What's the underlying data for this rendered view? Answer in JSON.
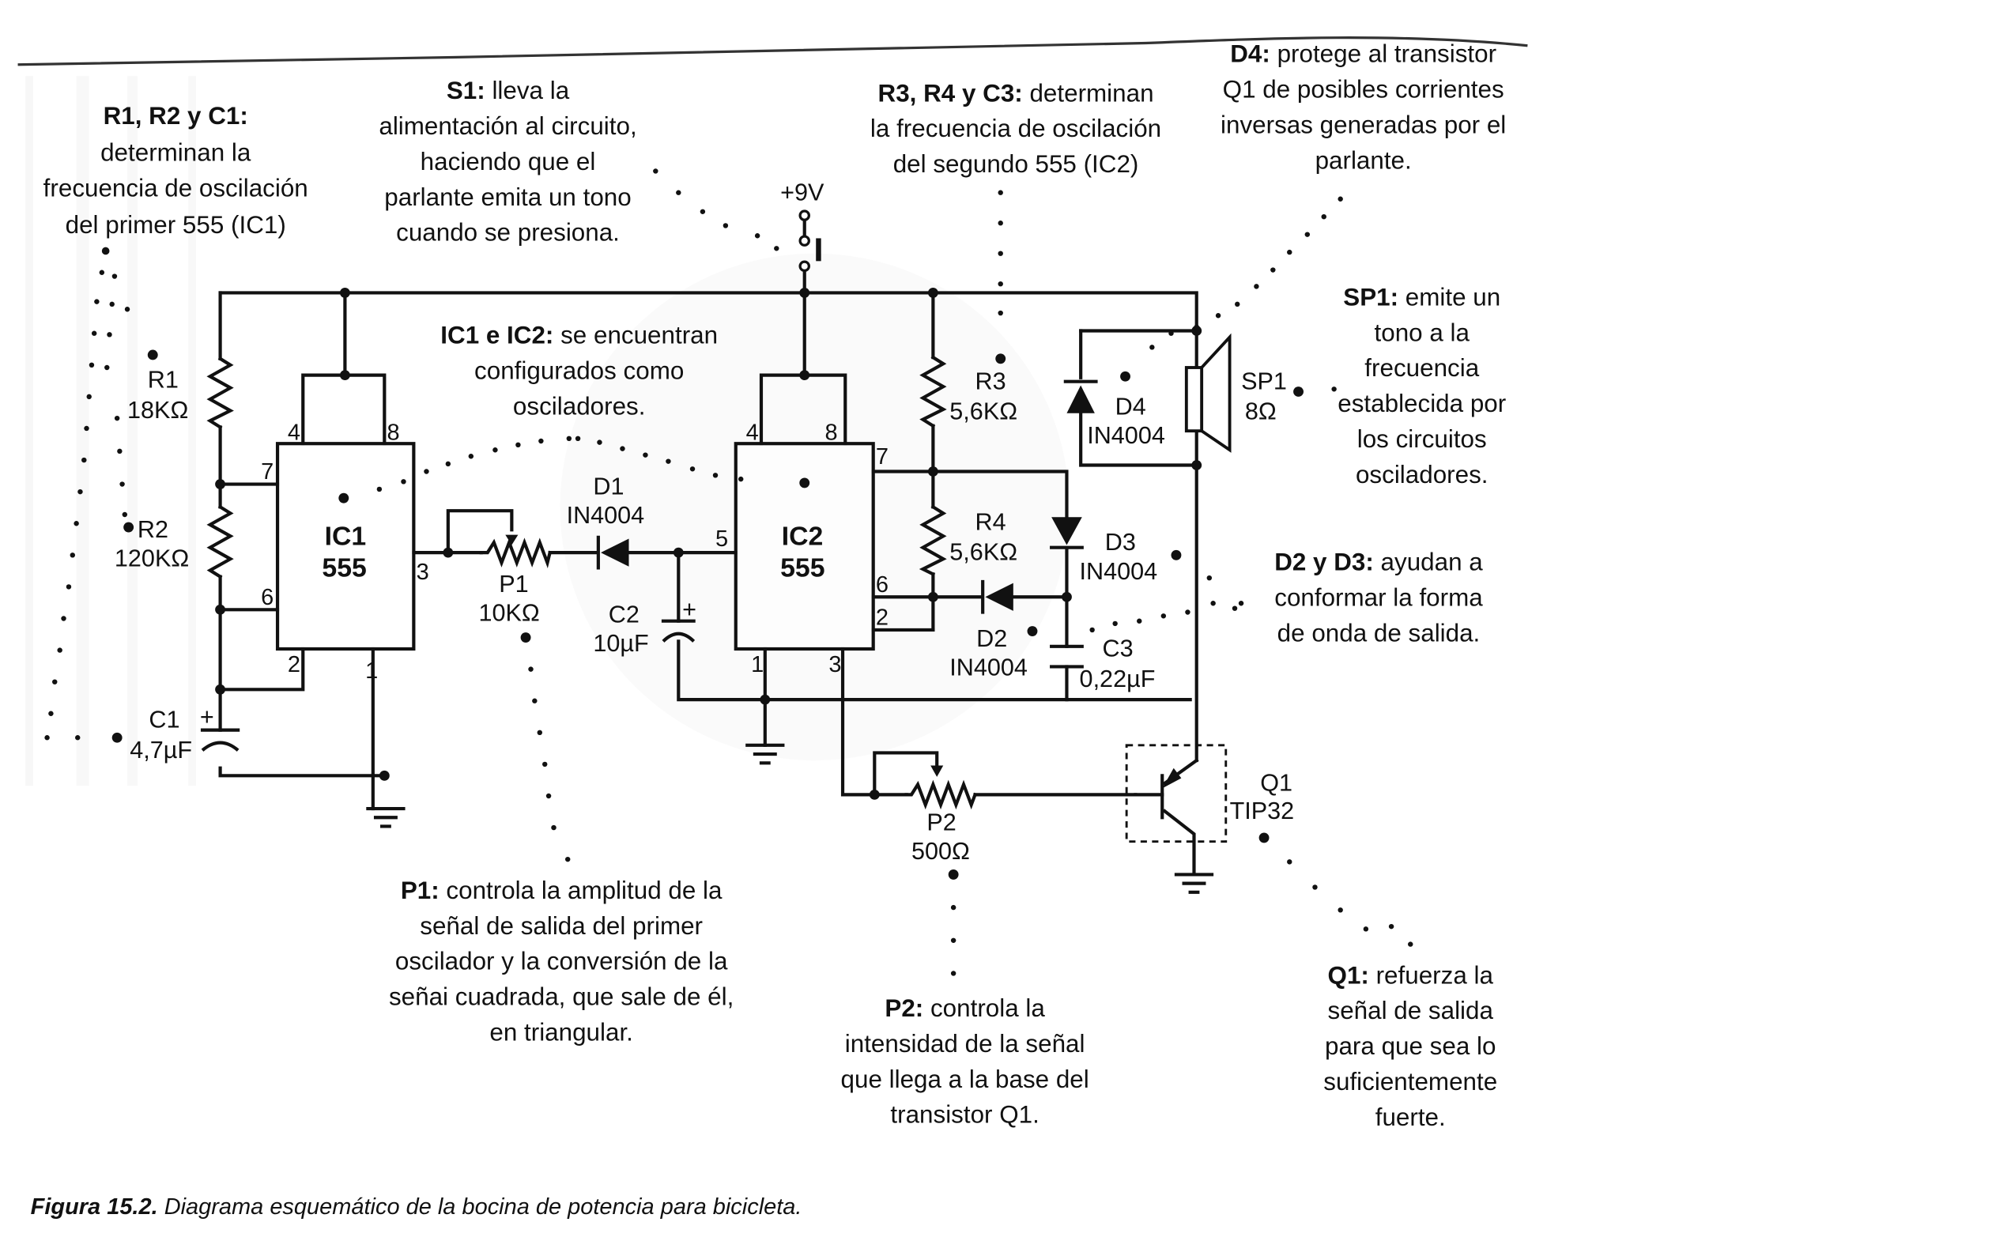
{
  "figure": {
    "caption_number": "Figura 15.2.",
    "caption_text": " Diagrama esquemático de la bocina de potencia para bicicleta."
  },
  "supply": {
    "label": "+9V"
  },
  "components": {
    "r1": {
      "name": "R1",
      "value": "18KΩ"
    },
    "r2": {
      "name": "R2",
      "value": "120KΩ"
    },
    "c1": {
      "name": "C1",
      "value": "4,7µF",
      "polarity": "+"
    },
    "ic1": {
      "name": "IC1",
      "part": "555",
      "pins": [
        "4",
        "8",
        "7",
        "6",
        "2",
        "1",
        "3"
      ]
    },
    "p1": {
      "name": "P1",
      "value": "10KΩ"
    },
    "d1": {
      "name": "D1",
      "part": "IN4004"
    },
    "c2": {
      "name": "C2",
      "value": "10µF",
      "polarity": "+"
    },
    "ic2": {
      "name": "IC2",
      "part": "555",
      "pins": [
        "4",
        "8",
        "7",
        "5",
        "6",
        "2",
        "1",
        "3"
      ]
    },
    "r3": {
      "name": "R3",
      "value": "5,6KΩ"
    },
    "r4": {
      "name": "R4",
      "value": "5,6KΩ"
    },
    "d2": {
      "name": "D2",
      "part": "IN4004"
    },
    "d3": {
      "name": "D3",
      "part": "IN4004"
    },
    "d4": {
      "name": "D4",
      "part": "IN4004"
    },
    "c3": {
      "name": "C3",
      "value": "0,22µF"
    },
    "sp1": {
      "name": "SP1",
      "value": "8Ω"
    },
    "p2": {
      "name": "P2",
      "value": "500Ω"
    },
    "q1": {
      "name": "Q1",
      "part": "TIP32"
    }
  },
  "annotations": {
    "r1r2c1": {
      "bold": "R1, R2 y C1:",
      "lines": [
        "determinan la",
        "frecuencia de oscilación",
        "del primer 555 (IC1)"
      ]
    },
    "s1": {
      "bold": "S1:",
      "first": " lleva la",
      "lines": [
        "alimentación al circuito,",
        "haciendo que el",
        "parlante emita un tono",
        "cuando se presiona."
      ]
    },
    "r3r4c3": {
      "bold": "R3, R4 y C3:",
      "first": " determinan",
      "lines": [
        "la frecuencia de oscilación",
        "del segundo 555 (IC2)"
      ]
    },
    "d4": {
      "bold": "D4:",
      "first": " protege al transistor",
      "lines": [
        "Q1 de posibles corrientes",
        "inversas generadas por el",
        "parlante."
      ]
    },
    "ic1ic2": {
      "bold": "IC1 e IC2:",
      "first": " se encuentran",
      "lines": [
        "configurados como",
        "osciladores."
      ]
    },
    "sp1": {
      "bold": "SP1:",
      "first": " emite un",
      "lines": [
        "tono a la",
        "frecuencia",
        "establecida por",
        "los circuitos",
        "osciladores."
      ]
    },
    "d2d3": {
      "bold": "D2 y D3:",
      "first": " ayudan a",
      "lines": [
        "conformar la forma",
        "de onda de salida."
      ]
    },
    "p1": {
      "bold": "P1:",
      "first": " controla la amplitud de la",
      "lines": [
        "señal de salida del primer",
        "oscilador y la conversión de la",
        "señai cuadrada, que sale de él,",
        "en triangular."
      ]
    },
    "p2": {
      "bold": "P2:",
      "first": " controla la",
      "lines": [
        "intensidad de la señal",
        "que llega a la base del",
        "transistor Q1."
      ]
    },
    "q1": {
      "bold": "Q1:",
      "first": " refuerza la",
      "lines": [
        "señal de salida",
        "para que sea lo",
        "suficientemente",
        "fuerte."
      ]
    }
  }
}
